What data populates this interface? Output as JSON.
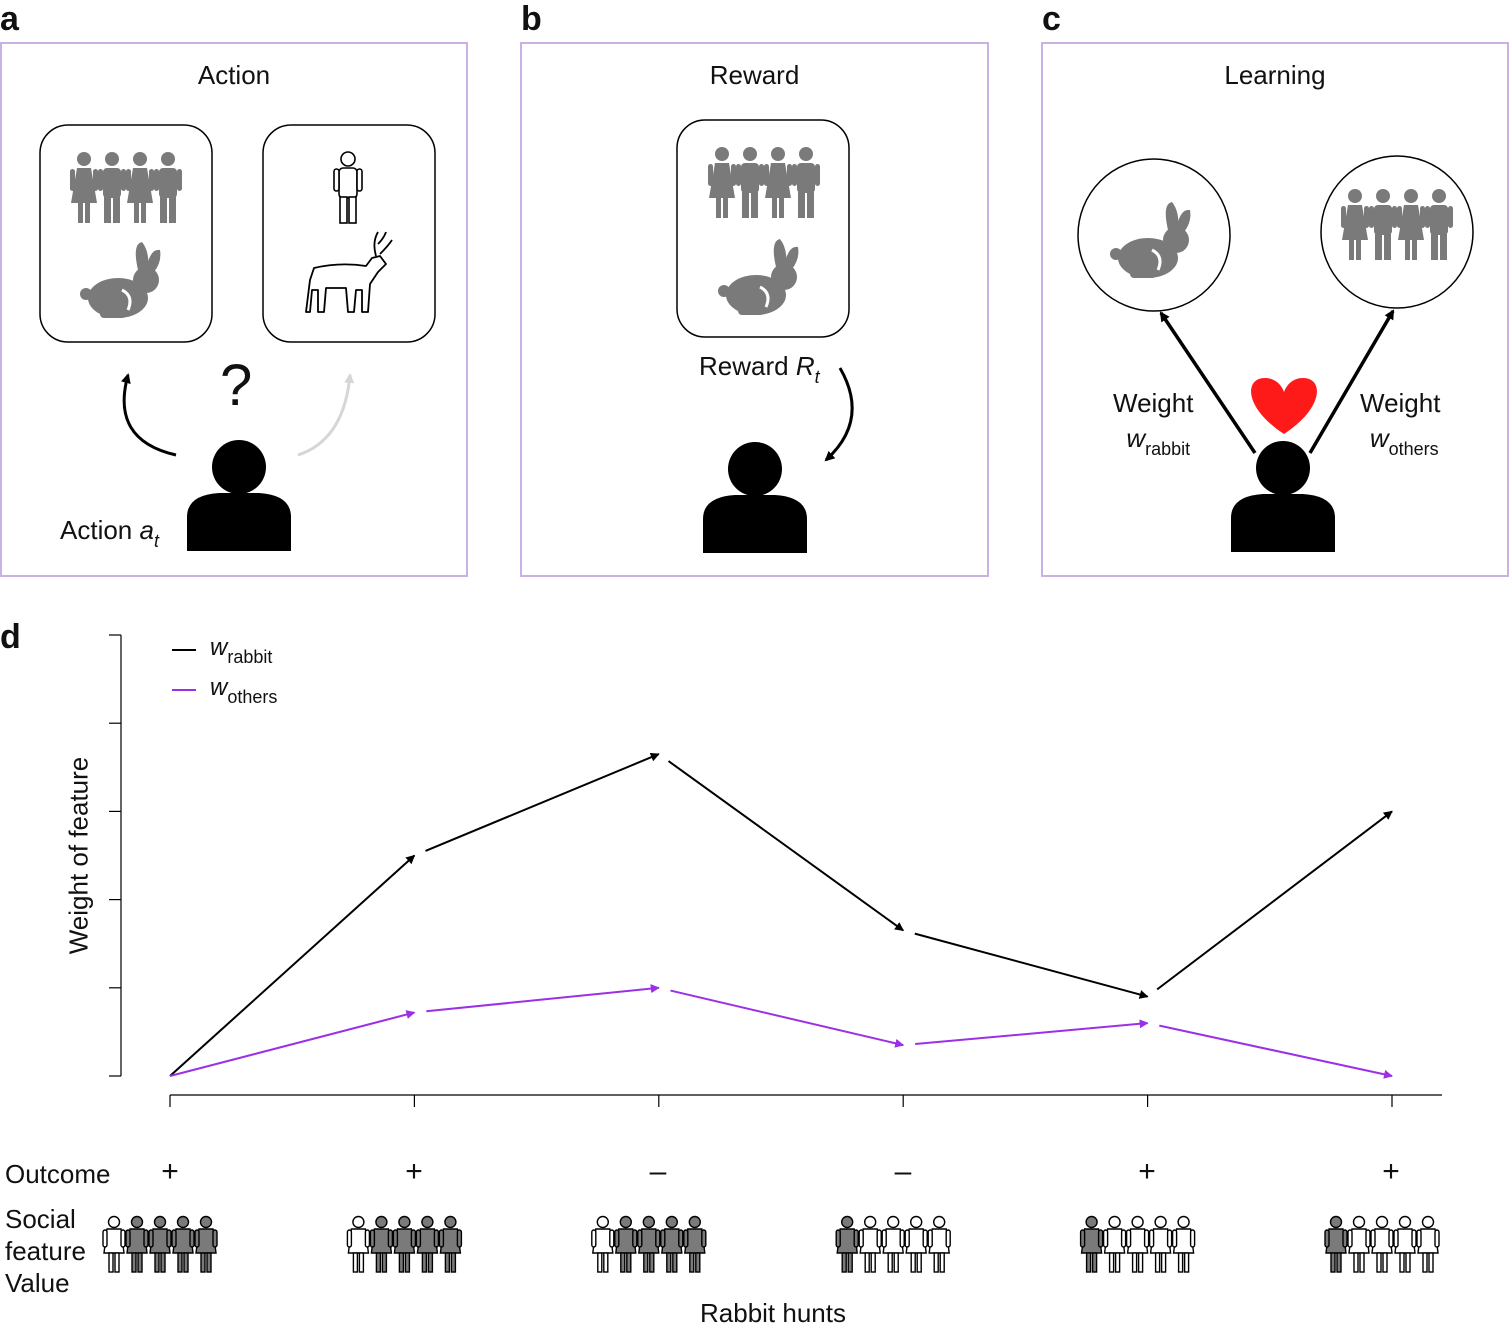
{
  "panels": [
    {
      "letter": "a",
      "title": "Action"
    },
    {
      "letter": "b",
      "title": "Reward"
    },
    {
      "letter": "c",
      "title": "Learning"
    },
    {
      "letter": "d"
    }
  ],
  "panel_a": {
    "question": "?",
    "action_label": "Action",
    "action_var": "a",
    "action_sub": "t"
  },
  "panel_b": {
    "reward_label": "Reward",
    "reward_var": "R",
    "reward_sub": "t"
  },
  "panel_c": {
    "left_label": "Weight",
    "left_var": "w",
    "left_sub": "rabbit",
    "right_label": "Weight",
    "right_var": "w",
    "right_sub": "others",
    "heart_color": "#ff1a1a"
  },
  "chart_data": {
    "type": "line",
    "ylabel": "Weight of feature",
    "xlabel": "Rabbit hunts",
    "x": [
      1,
      2,
      3,
      4,
      5,
      6
    ],
    "ylim": [
      0,
      5
    ],
    "series": [
      {
        "name": "rabbit",
        "name_var": "w",
        "name_sub": "rabbit",
        "color": "#000000",
        "values": [
          0,
          2.5,
          3.65,
          1.65,
          0.9,
          3.0
        ]
      },
      {
        "name": "others",
        "name_var": "w",
        "name_sub": "others",
        "color": "#9b30e6",
        "values": [
          0,
          0.72,
          1.0,
          0.35,
          0.6,
          0
        ]
      }
    ]
  },
  "row_labels": {
    "outcome": "Outcome",
    "social_1": "Social",
    "social_2": "feature",
    "social_3": "Value"
  },
  "outcomes": [
    "+",
    "+",
    "–",
    "–",
    "+",
    "+"
  ],
  "groups": [
    [
      "white",
      "gray",
      "gray",
      "gray",
      "gray"
    ],
    [
      "white",
      "gray",
      "gray",
      "gray",
      "gray"
    ],
    [
      "white",
      "gray",
      "gray",
      "gray",
      "gray"
    ],
    [
      "gray",
      "white",
      "white",
      "white",
      "white"
    ],
    [
      "gray",
      "white",
      "white",
      "white",
      "white"
    ],
    [
      "gray",
      "white",
      "white",
      "white",
      "white"
    ]
  ],
  "colors": {
    "gray": "#7a7a7a",
    "purple_border": "#c9b2e3",
    "light_arrow": "#d6d6d6"
  }
}
